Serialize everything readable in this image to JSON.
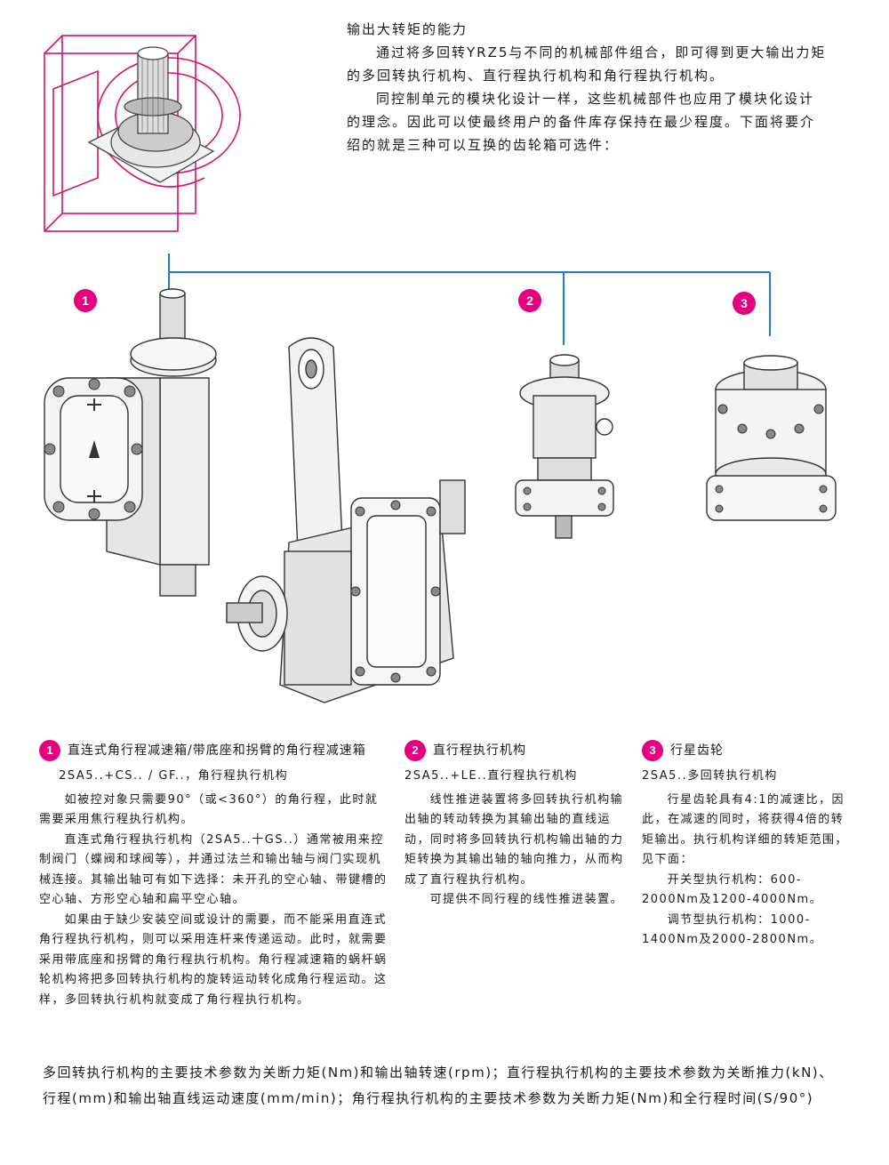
{
  "intro": {
    "heading": "输出大转矩的能力",
    "para1": "通过将多回转YRZ5与不同的机械部件组合，即可得到更大输出力矩的多回转执行机构、直行程执行机构和角行程执行机构。",
    "para2": "同控制单元的模块化设计一样，这些机械部件也应用了模块化设计的理念。因此可以使最终用户的备件库存保持在最少程度。下面将要介绍的就是三种可以互换的齿轮箱可选件："
  },
  "markers": [
    "1",
    "2",
    "3"
  ],
  "col1": {
    "num": "1",
    "title": "直连式角行程减速箱/带底座和拐臂的角行程减速箱",
    "model": "2SA5..+CS.. / GF..，角行程执行机构",
    "p1": "如被控对象只需要90°（或<360°）的角行程，此时就需要采用焦行程执行机构。",
    "p2": "直连式角行程执行机构（2SA5..十GS..）通常被用来控制阀门（蝶阀和球阀等），并通过法兰和输出轴与阀门实现机械连接。其输出轴可有如下选择：未开孔的空心轴、带键槽的空心轴、方形空心轴和扁平空心轴。",
    "p3": "如果由于缺少安装空间或设计的需要，而不能采用直连式角行程执行机构，则可以采用连杆来传递运动。此时，就需要采用带底座和拐臂的角行程执行机构。角行程减速箱的蜗杆蜗轮机构将把多回转执行机构的旋转运动转化成角行程运动。这样，多回转执行机构就变成了角行程执行机构。"
  },
  "col2": {
    "num": "2",
    "title": "直行程执行机构",
    "model": "2SA5..+LE..直行程执行机构",
    "p1": "线性推进装置将多回转执行机构输出轴的转动转换为其输出轴的直线运动，同时将多回转执行机构输出轴的力矩转换为其输出轴的轴向推力，从而构成了直行程执行机构。",
    "p2": "可提供不同行程的线性推进装置。"
  },
  "col3": {
    "num": "3",
    "title": "行星齿轮",
    "model": "2SA5..多回转执行机构",
    "p1": "行星齿轮具有4:1的减速比，因此，在减速的同时，将获得4倍的转矩输出。执行机构详细的转矩范围，见下面：",
    "p2": "开关型执行机构：600-2000Nm及1200-4000Nm。",
    "p3": "调节型执行机构：1000-1400Nm及2000-2800Nm。"
  },
  "footer": {
    "text": "多回转执行机构的主要技术参数为关断力矩(Nm)和输出轴转速(rpm)；直行程执行机构的主要技术参数为关断推力(kN)、行程(mm)和输出轴直线运动速度(mm/min)；角行程执行机构的主要技术参数为关断力矩(Nm)和全行程时间(S/90°)"
  },
  "colors": {
    "accent": "#e4007f",
    "connector": "#1e7fc8",
    "line_art": "#333333",
    "magenta_outline": "#d4146e"
  }
}
